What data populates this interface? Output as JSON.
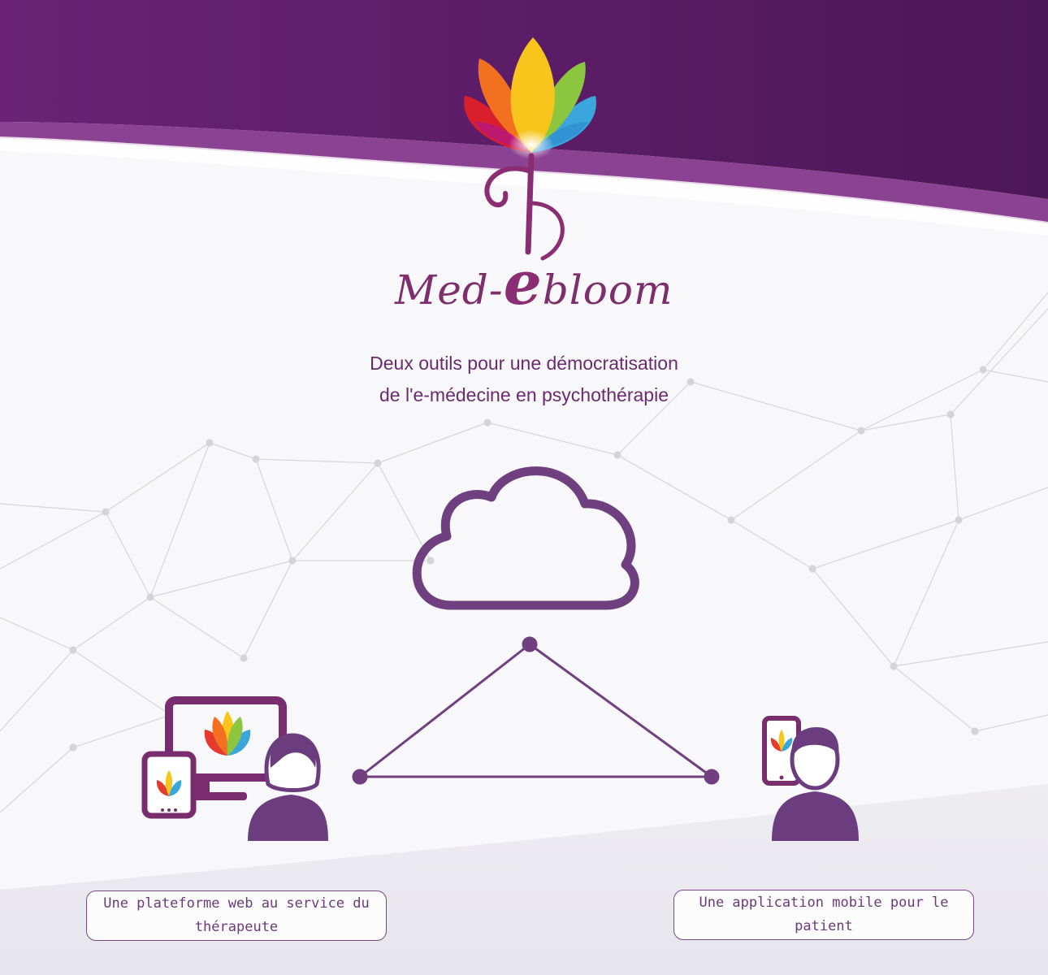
{
  "brand": {
    "prefix": "Med-",
    "letter": "e",
    "suffix": "bloom"
  },
  "headline": {
    "line1": "Deux outils pour une démocratisation",
    "line2": "de l'e-médecine en psychothérapie"
  },
  "cards": {
    "therapist": "Une plateforme web au service du thérapeute",
    "patient": "Une application mobile pour le patient"
  },
  "colors": {
    "purple_dark": "#4e1a5a",
    "purple": "#6b2c77",
    "icon_purple": "#6b3d7f",
    "line_purple": "#6f3f80"
  }
}
